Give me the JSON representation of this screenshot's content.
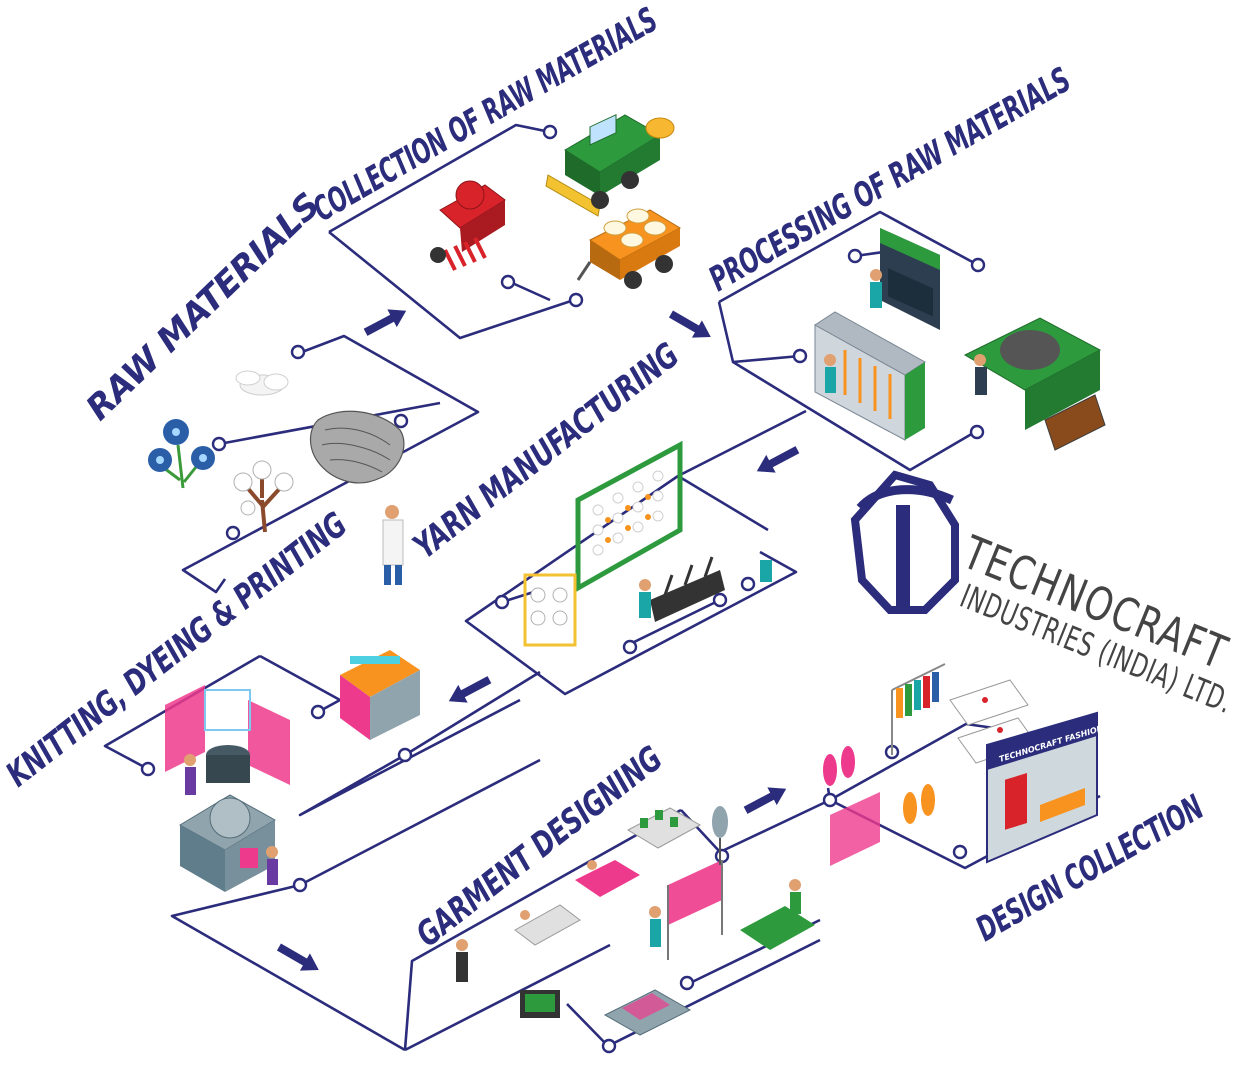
{
  "stages": {
    "raw_materials": "RAW MATERIALS",
    "collection": "COLLECTION OF RAW MATERIALS",
    "processing": "PROCESSING OF RAW MATERIALS",
    "yarn": "YARN MANUFACTURING",
    "knitting": "KNITTING, DYEING & PRINTING",
    "garment": "GARMENT DESIGNING",
    "design_collection": "DESIGN COLLECTION"
  },
  "brand": {
    "name": "TECHNOCRAFT",
    "subtitle": "INDUSTRIES (INDIA) LTD.",
    "shop_sign": "TECHNOCRAFT FASHIONS"
  },
  "colors": {
    "navy": "#2b2c7c",
    "green": "#2e9a3e",
    "red": "#d8232a",
    "orange": "#f7931e",
    "pink": "#ee3a8c",
    "steel": "#9aa8b4",
    "grey": "#444444"
  },
  "icons": [
    "flax-flower-icon",
    "cotton-boll-icon",
    "cotton-plant-icon",
    "wool-fleece-icon",
    "combine-harvester-icon",
    "cotton-picker-icon",
    "bale-trailer-icon",
    "spinning-machine-icon",
    "roving-frame-icon",
    "carding-machine-icon",
    "creel-icon",
    "bobbin-stand-icon",
    "winding-machine-icon",
    "lab-scientist-icon",
    "circular-knitting-machine-icon",
    "dyeing-machine-icon",
    "jet-dyeing-machine-icon",
    "embroidery-machine-icon",
    "sewing-station-icon",
    "cutting-table-icon",
    "garment-rack-icon",
    "clothing-rack-icon",
    "fashion-sketch-icon",
    "mannequin-icon",
    "boutique-storefront-icon",
    "technocraft-logo-icon"
  ]
}
